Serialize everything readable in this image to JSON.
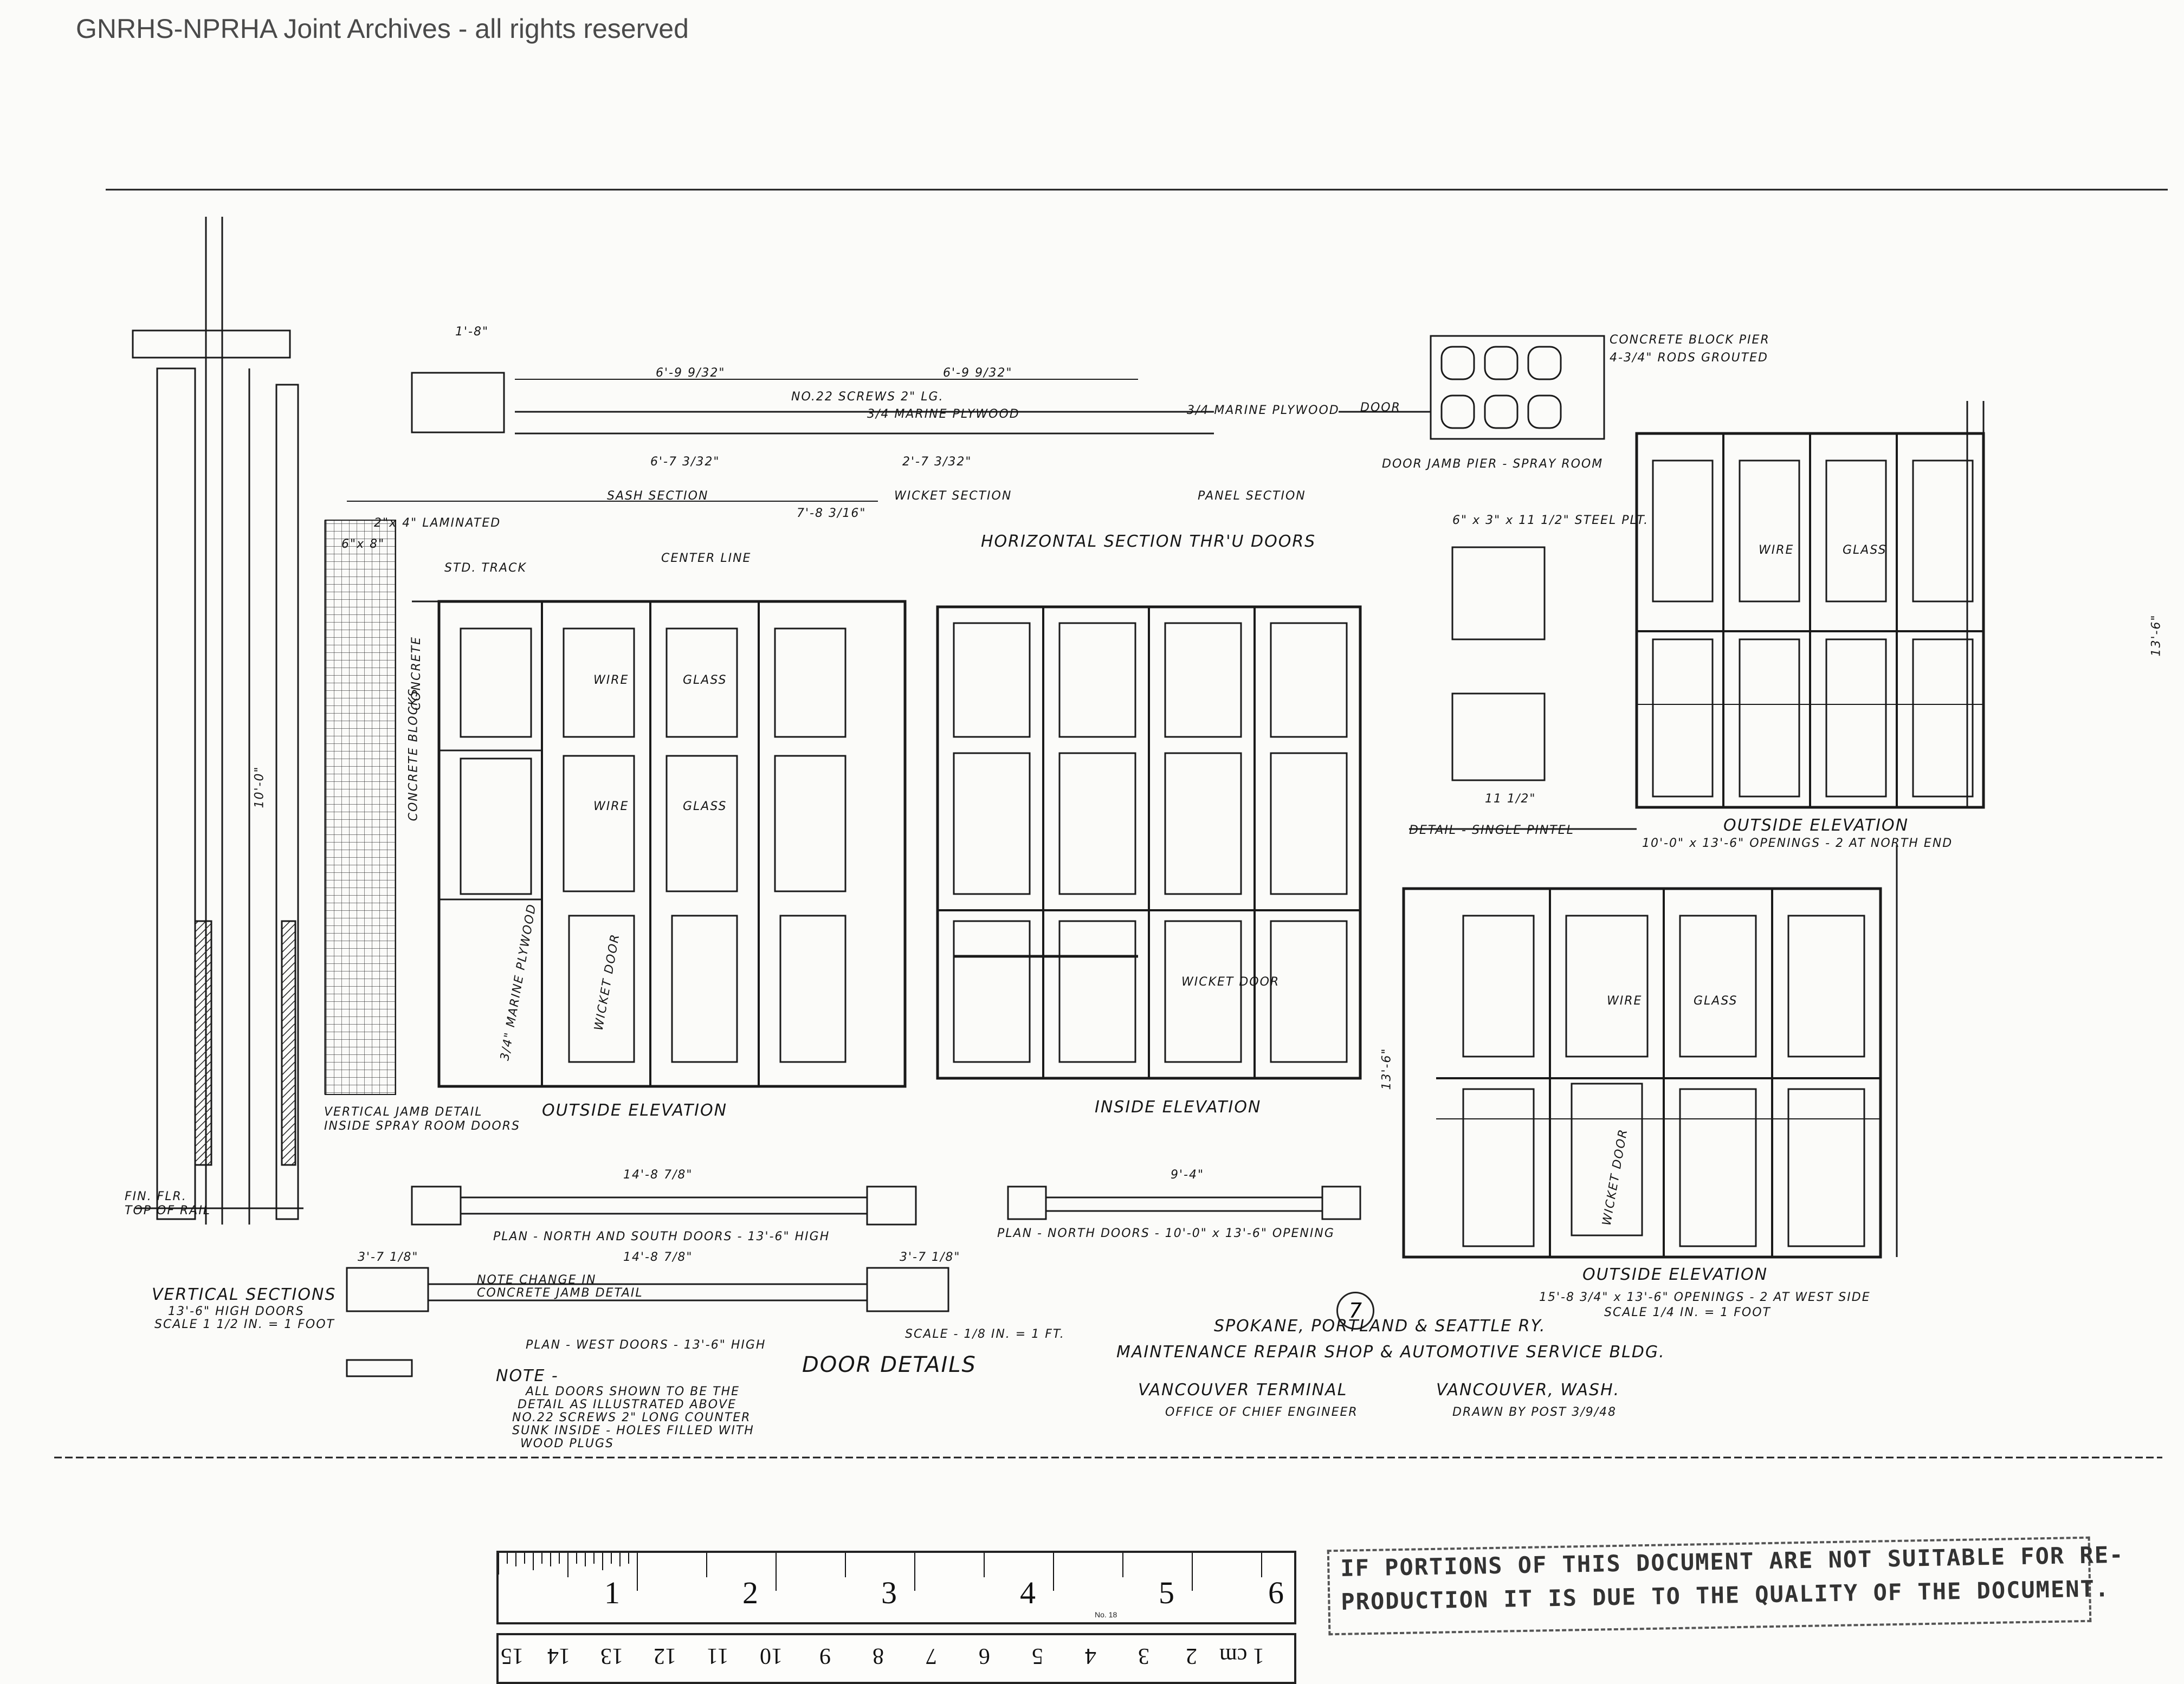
{
  "watermark": "GNRHS-NPRHA Joint Archives - all rights reserved",
  "sheet_number": "7",
  "horizontal_section": {
    "title": "HORIZONTAL SECTION THR'U DOORS",
    "sash_label": "SASH SECTION",
    "wicket_label": "WICKET SECTION",
    "panel_label": "PANEL SECTION",
    "screws_label": "NO.22 SCREWS 2\" LG.",
    "plywood_label": "3/4 MARINE PLYWOOD",
    "marine_plywood_label": "3/4 MARINE PLYWOOD",
    "dims": [
      "1'-8\"",
      "6'-9 9/32\"",
      "6'-9 9/32\"",
      "6'-7 3/32\"",
      "2'-7 3/32\"",
      "7'-8 3/16\""
    ]
  },
  "jamb_pier": {
    "title": "DOOR JAMB PIER - SPRAY ROOM",
    "note1": "CONCRETE BLOCK PIER",
    "note2": "4-3/4\" RODS GROUTED",
    "door_label": "DOOR"
  },
  "pintel": {
    "title": "DETAIL - SINGLE PINTEL",
    "plate_label": "6\" x 3\" x 11 1/2\" STEEL PLT.",
    "dim": "11 1/2\""
  },
  "vertical_section": {
    "title": "VERTICAL SECTIONS",
    "sub1": "13'-6\" HIGH DOORS",
    "sub2": "SCALE 1 1/2 IN. = 1 FOOT",
    "fin_flr": "FIN. FLR.",
    "top_rail": "TOP OF RAIL",
    "dim_10": "10'-0\""
  },
  "jamb_detail": {
    "title": "VERTICAL JAMB DETAIL",
    "sub": "INSIDE SPRAY ROOM DOORS",
    "laminated": "2\"x 4\" LAMINATED",
    "size": "6\"x 8\"",
    "track": "STD. TRACK",
    "center_line": "CENTER LINE",
    "concrete": "CONCRETE",
    "blocks": "CONCRETE BLOCKS",
    "marine_plywood": "3/4\" MARINE PLYWOOD",
    "wicket_door": "WICKET DOOR"
  },
  "outside_elev_1": {
    "title": "OUTSIDE ELEVATION",
    "wire": "WIRE",
    "glass": "GLASS"
  },
  "inside_elev": {
    "title": "INSIDE ELEVATION",
    "wicket_door": "WICKET DOOR"
  },
  "outside_elev_north": {
    "title": "OUTSIDE ELEVATION",
    "sub": "10'-0\" x 13'-6\" OPENINGS - 2 AT NORTH END",
    "wire": "WIRE",
    "glass": "GLASS",
    "dim": "13'-6\""
  },
  "outside_elev_west": {
    "title": "OUTSIDE ELEVATION",
    "sub": "15'-8 3/4\" x 13'-6\" OPENINGS - 2 AT WEST SIDE",
    "scale": "SCALE 1/4 IN. = 1 FOOT",
    "wire": "WIRE",
    "glass": "GLASS",
    "wicket_door": "WICKET DOOR",
    "dim": "13'-6\""
  },
  "plans": {
    "plan1": "PLAN - NORTH AND SOUTH DOORS - 13'-6\" HIGH",
    "plan1_dim": "14'-8 7/8\"",
    "plan2": "PLAN - NORTH DOORS - 10'-0\" x 13'-6\" OPENING",
    "plan2_dim": "9'-4\"",
    "plan3": "PLAN - WEST DOORS - 13'-6\" HIGH",
    "plan3_dim": "14'-8 7/8\"",
    "plan3_side_a": "3'-7 1/8\"",
    "plan3_side_b": "3'-7 1/8\"",
    "note_change_1": "NOTE CHANGE IN",
    "note_change_2": "CONCRETE JAMB DETAIL",
    "scale": "SCALE - 1/8 IN. = 1 FT."
  },
  "door_details": "DOOR DETAILS",
  "title_block": {
    "railway": "SPOKANE, PORTLAND & SEATTLE RY.",
    "building": "MAINTENANCE REPAIR SHOP & AUTOMOTIVE SERVICE BLDG.",
    "terminal": "VANCOUVER TERMINAL",
    "city": "VANCOUVER, WASH.",
    "office": "OFFICE OF CHIEF ENGINEER",
    "drawn": "DRAWN BY POST 3/9/48"
  },
  "note": {
    "title": "NOTE -",
    "lines": [
      "ALL DOORS SHOWN TO BE THE",
      "DETAIL AS ILLUSTRATED ABOVE",
      "NO.22 SCREWS 2\" LONG COUNTER",
      "SUNK INSIDE - HOLES FILLED WITH",
      "WOOD PLUGS"
    ]
  },
  "stamp": {
    "line1": "IF PORTIONS OF THIS DOCUMENT ARE NOT SUITABLE FOR RE-",
    "line2": "PRODUCTION IT IS DUE TO THE QUALITY OF THE DOCUMENT."
  },
  "ruler": {
    "inches": [
      "1",
      "2",
      "3",
      "4",
      "5",
      "6"
    ],
    "cm": [
      "1 cm",
      "2",
      "3",
      "4",
      "5",
      "6",
      "7",
      "8",
      "9",
      "10",
      "11",
      "12",
      "13",
      "14",
      "15"
    ],
    "brand": "No. 18"
  }
}
